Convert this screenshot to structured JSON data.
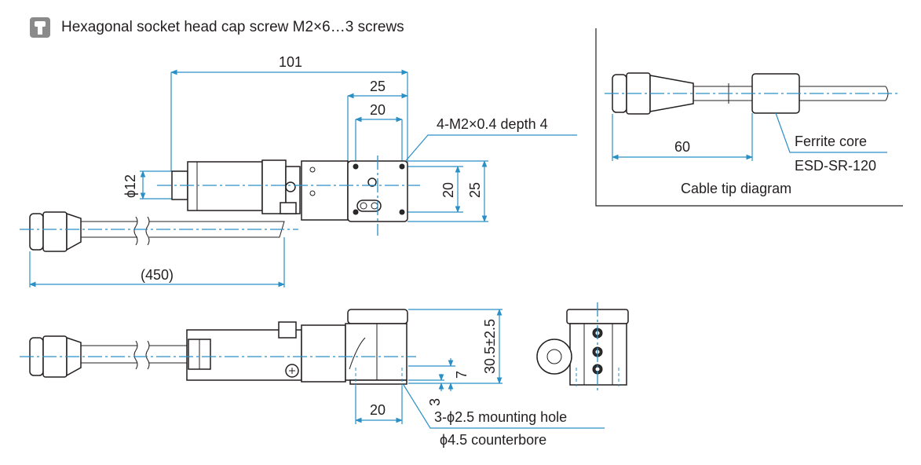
{
  "legend": {
    "icon": "hex-socket-screw-icon",
    "text": "Hexagonal socket head cap screw M2×6…3 screws"
  },
  "top_view": {
    "dim_overall": "101",
    "dim_width_outer": "25",
    "dim_width_inner": "20",
    "dim_diameter": "ϕ12",
    "dim_height_inner": "20",
    "dim_height_outer": "25",
    "tapped_holes": "4-M2×0.4 depth 4",
    "dim_cable": "(450)"
  },
  "side_view": {
    "dim_height": "30.5±2.5",
    "dim_offset": "7",
    "dim_thickness": "3",
    "dim_pitch": "20",
    "mounting_hole": "3-ϕ2.5 mounting hole",
    "counterbore": "ϕ4.5 counterbore"
  },
  "cable_tip": {
    "dim_length": "60",
    "ferrite_label": "Ferrite core",
    "ferrite_model": "ESD-SR-120",
    "caption": "Cable tip diagram"
  },
  "colors": {
    "dimension": "#2a8fc5",
    "outline": "#231f20",
    "icon": "#8a8a8a"
  }
}
